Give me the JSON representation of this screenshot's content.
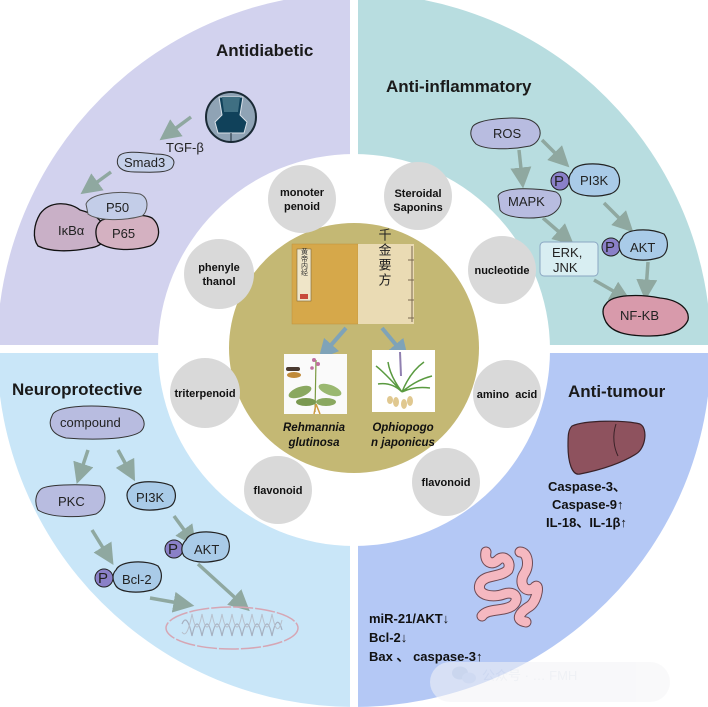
{
  "figure": {
    "center": {
      "books": [
        {
          "title": "黄帝内经"
        },
        {
          "title": "千金要方"
        }
      ],
      "plants": [
        {
          "line1": "Rehmannia",
          "line2": "glutinosa"
        },
        {
          "line1": "Ophiopogo",
          "line2": "n japonicus"
        }
      ]
    },
    "compounds": [
      {
        "line1": "monoter",
        "line2": "penoid"
      },
      {
        "line1": "Steroidal",
        "line2": "Saponins"
      },
      {
        "line1": "phenyle",
        "line2": "thanol"
      },
      {
        "line1": "nucleotide",
        "line2": ""
      },
      {
        "line1": "triterpenoid",
        "line2": ""
      },
      {
        "line1": "amino  acid",
        "line2": ""
      },
      {
        "line1": "flavonoid",
        "line2": ""
      },
      {
        "line1": "flavonoid",
        "line2": ""
      }
    ],
    "quadrants": {
      "antidiabetic": {
        "title": "Antidiabetic",
        "color": "#d2d2ee",
        "nodes": {
          "tgf": "TGF-β",
          "smad3": "Smad3",
          "p50": "P50",
          "ikba": "IκBα",
          "p65": "P65"
        }
      },
      "antiinflammatory": {
        "title": "Anti-inflammatory",
        "color": "#b8dde0",
        "nodes": {
          "ros": "ROS",
          "pi3k": "PI3K",
          "mapk": "MAPK",
          "erk1": "ERK,",
          "erk2": "JNK",
          "akt": "AKT",
          "nfkb": "NF-KB",
          "p": "P"
        }
      },
      "neuroprotective": {
        "title": "Neuroprotective",
        "color": "#c9e6f8",
        "nodes": {
          "compound": "compound",
          "pkc": "PKC",
          "pi3k": "PI3K",
          "akt": "AKT",
          "bcl2": "Bcl-2",
          "p": "P"
        }
      },
      "antitumour": {
        "title": "Anti-tumour",
        "color": "#b4c8f5",
        "liver_text": [
          "Caspase-3、",
          "Caspase-9↑",
          "IL-18、IL-1β↑"
        ],
        "intestine_text": [
          "miR-21/AKT↓",
          "Bcl-2↓",
          "Bax 、 caspase-3↑"
        ]
      }
    },
    "watermark": {
      "text": "公众号 · … FMH"
    }
  },
  "colors": {
    "center_olive": "#c4b874",
    "compound_circle": "#d9d9d9",
    "protein_purple": "#b8bce0",
    "protein_blue": "#a9cbe8",
    "protein_pink": "#d89aab",
    "liver": "#8e525e",
    "intestine": "#f5b8c0",
    "phospho": "#8a80c8"
  }
}
